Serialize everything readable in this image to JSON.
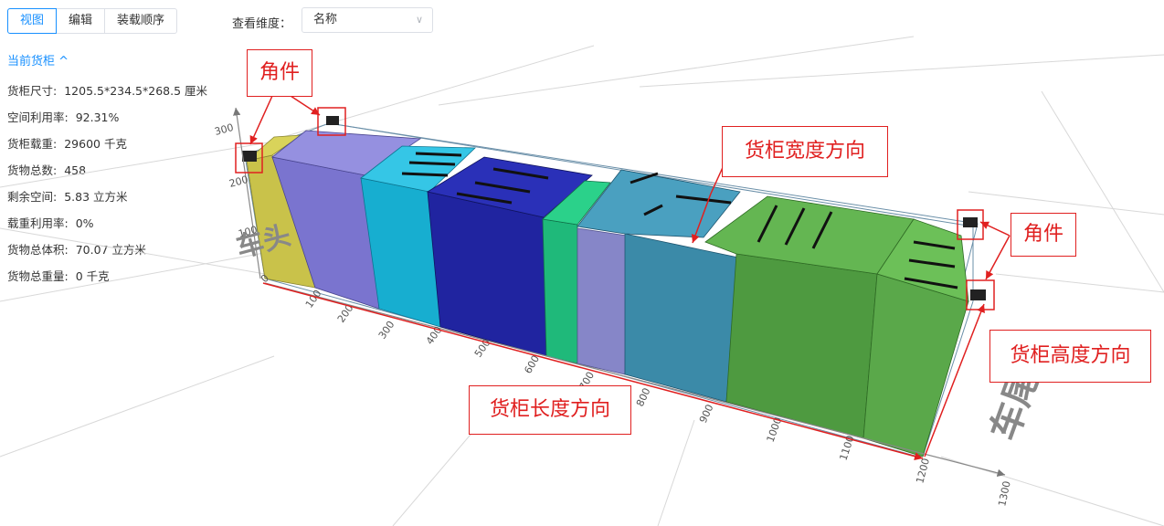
{
  "toolbar": {
    "tabs": [
      {
        "label": "视图",
        "active": true
      },
      {
        "label": "编辑",
        "active": false
      },
      {
        "label": "装载顺序",
        "active": false
      }
    ],
    "dimension_label": "查看维度：",
    "dimension_value": "名称"
  },
  "panel": {
    "title": "当前货柜 ^",
    "rows": [
      {
        "label": "货柜尺寸:",
        "value": "1205.5*234.5*268.5 厘米"
      },
      {
        "label": "空间利用率:",
        "value": "92.31%"
      },
      {
        "label": "货柜载重:",
        "value": "29600 千克"
      },
      {
        "label": "货物总数:",
        "value": "458"
      },
      {
        "label": "剩余空间:",
        "value": "5.83 立方米"
      },
      {
        "label": "载重利用率:",
        "value": "0%"
      },
      {
        "label": "货物总体积:",
        "value": "70.07 立方米"
      },
      {
        "label": "货物总重量:",
        "value": "0 千克"
      }
    ]
  },
  "scene": {
    "height_ticks": [
      "0",
      "100",
      "200",
      "300"
    ],
    "length_ticks": [
      "100",
      "200",
      "300",
      "400",
      "500",
      "600",
      "700",
      "800",
      "900",
      "1000",
      "1100",
      "1200",
      "1300"
    ],
    "front_label": "车头",
    "rear_label": "车尾"
  },
  "callouts": {
    "corner_top": "角件",
    "corner_right": "角件",
    "width_direction": "货柜宽度方向",
    "length_direction": "货柜长度方向",
    "height_direction": "货柜高度方向"
  },
  "colors": {
    "accent": "#1890ff",
    "annotation": "#e02020",
    "cargo_yellow": "#c9c24a",
    "cargo_purple": "#7a74cf",
    "cargo_cyan": "#17aed0",
    "cargo_navy": "#2024a0",
    "cargo_green": "#1fb97a",
    "cargo_lavender": "#8686c8",
    "cargo_teal": "#3b8aa8",
    "cargo_lime": "#5aa84a"
  }
}
